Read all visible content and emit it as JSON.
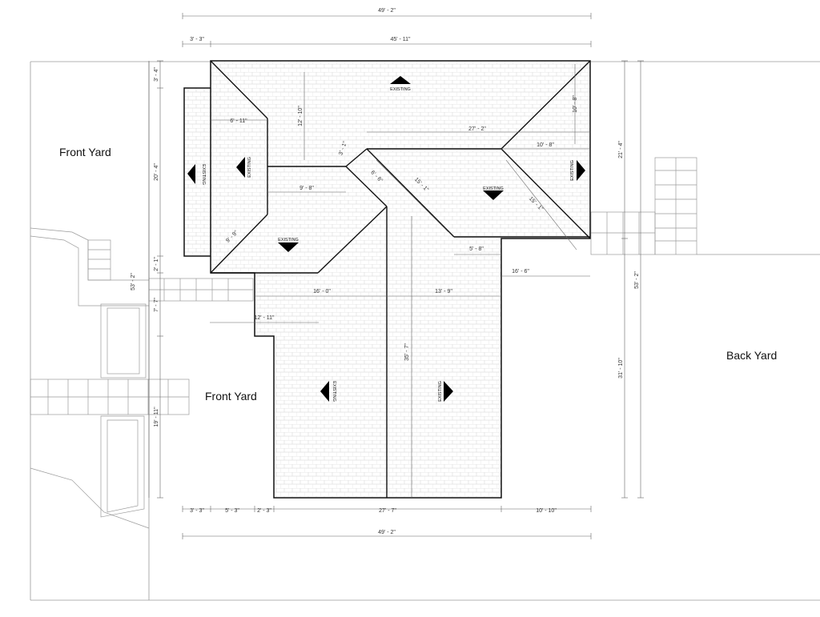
{
  "labels": {
    "front_yard_top": "Front Yard",
    "front_yard_bottom": "Front Yard",
    "back_yard": "Back Yard",
    "existing": "EXISTING"
  },
  "dims": {
    "top_overall": "49' - 2\"",
    "top_left": "3' - 3\"",
    "top_main": "45' - 11\"",
    "bot_a": "3' - 3\"",
    "bot_b": "5' - 3\"",
    "bot_c": "2' - 3\"",
    "bot_d": "27' - 7\"",
    "bot_e": "10' - 10\"",
    "bot_overall": "49' - 2\"",
    "left_a": "3' - 4\"",
    "left_b": "20' - 4\"",
    "left_c": "2' - 1\"",
    "left_d": "53' - 2\"",
    "left_e": "7' - 7\"",
    "left_f": "19' - 11\"",
    "right_a": "21' - 4\"",
    "right_b": "53' - 2\"",
    "right_c": "31' - 10\"",
    "d_6_11": "6' - 11\"",
    "d_12_10": "12' - 10\"",
    "d_27_2": "27' - 2\"",
    "d_10_8a": "10' - 8\"",
    "d_10_8b": "10' - 8\"",
    "d_3_1": "3' - 1\"",
    "d_6_6": "6' - 6\"",
    "d_15_1a": "15' - 1\"",
    "d_15_1b": "15' - 1\"",
    "d_9_8": "9' - 8\"",
    "d_9_9": "9' - 9\"",
    "d_5_8": "5' - 8\"",
    "d_16_6": "16' - 6\"",
    "d_16_0": "16' - 0\"",
    "d_13_9": "13' - 9\"",
    "d_12_11": "12' - 11\"",
    "d_35_7": "35' - 7\""
  }
}
